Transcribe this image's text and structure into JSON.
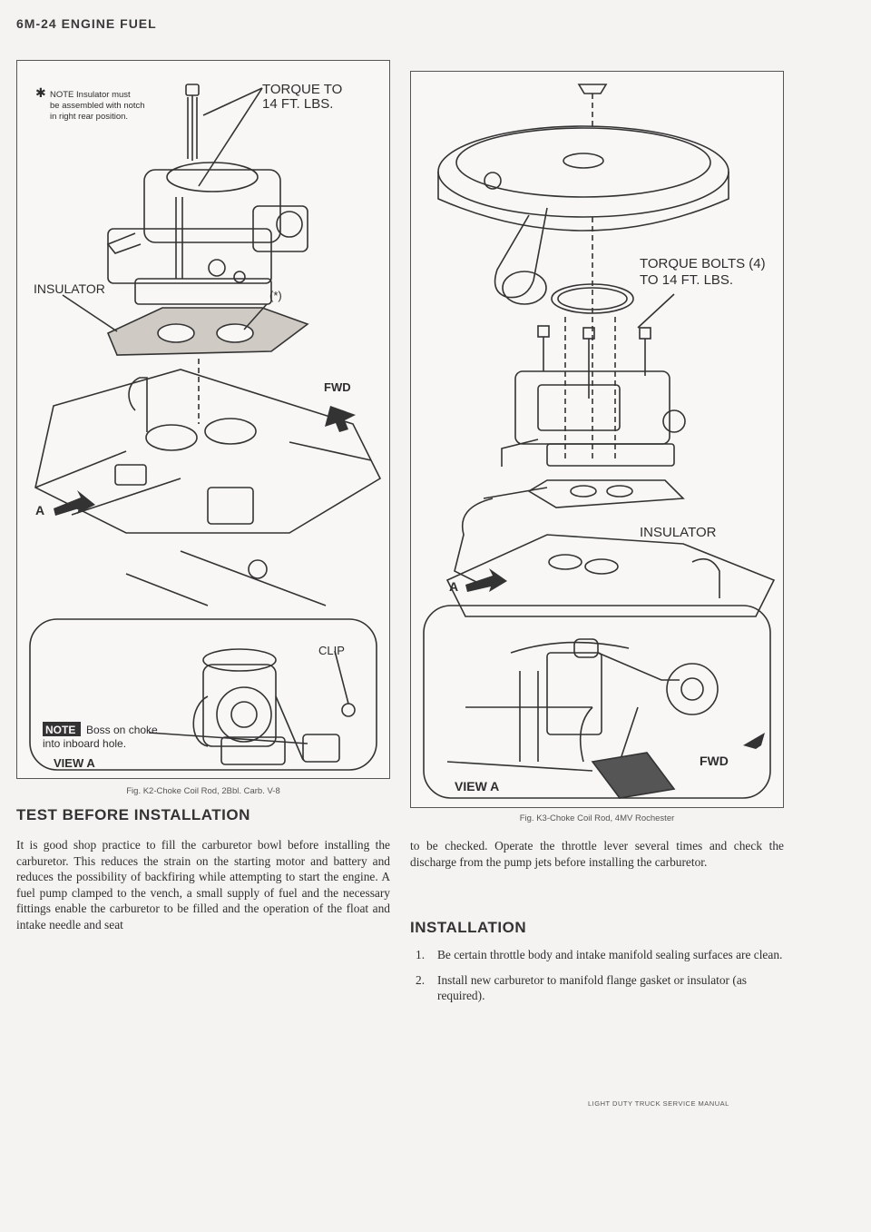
{
  "header": "6M-24 ENGINE FUEL",
  "figure_left": {
    "note": [
      "NOTE Insulator must",
      "be assembled with notch",
      "in right rear position."
    ],
    "torque": [
      "TORQUE TO",
      "14 FT. LBS."
    ],
    "insulator_label": "INSULATOR",
    "star_label": "(*)",
    "fwd_label": "FWD",
    "arrow_a_label": "A",
    "clip_label": "CLIP",
    "note_badge": "NOTE",
    "boss_note": [
      "Boss on choke",
      "into inboard hole."
    ],
    "view_label": "VIEW A",
    "caption": "Fig. K2-Choke Coil Rod, 2Bbl. Carb. V-8"
  },
  "figure_right": {
    "torque": [
      "TORQUE BOLTS (4)",
      "TO 14 FT. LBS."
    ],
    "insulator_label": "INSULATOR",
    "arrow_a_label": "A",
    "fwd_label": "FWD",
    "view_label": "VIEW A",
    "caption": "Fig. K3-Choke Coil Rod, 4MV Rochester"
  },
  "test_heading": "TEST BEFORE INSTALLATION",
  "test_paragraph": "It is good shop practice to fill the carburetor bowl before installing the carburetor. This reduces the strain on the starting motor and battery and reduces the possibility of backfiring while attempting to start the engine. A fuel pump clamped to the vench, a small supply of fuel and the necessary fittings enable the carburetor to be filled and the operation of the float and intake needle and seat",
  "continued_paragraph": "to be checked. Operate the throttle lever several times and check the discharge from the pump jets before installing the carburetor.",
  "install_heading": "INSTALLATION",
  "install_steps": [
    {
      "num": "1.",
      "text": "Be certain throttle body and intake manifold sealing surfaces are clean."
    },
    {
      "num": "2.",
      "text": "Install new carburetor to manifold flange gasket or insulator (as required)."
    }
  ],
  "footer": "LIGHT DUTY TRUCK SERVICE MANUAL"
}
